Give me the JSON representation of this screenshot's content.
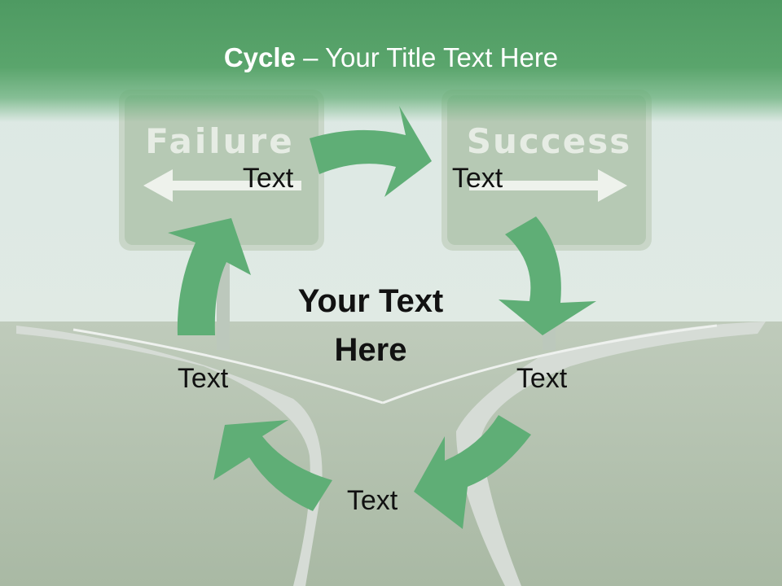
{
  "title": {
    "bold": "Cycle",
    "rest": " – Your Title Text Here"
  },
  "signs": {
    "left": "Failure",
    "right": "Success"
  },
  "center": {
    "line1": "Your Text",
    "line2": "Here"
  },
  "labels": [
    "Text",
    "Text",
    "Text",
    "Text",
    "Text"
  ],
  "colors": {
    "header": "#559f67",
    "arrow": "#5aac72",
    "sign": "#b9ccb9",
    "road": "#d3dad3",
    "grass": "#aebda9"
  }
}
